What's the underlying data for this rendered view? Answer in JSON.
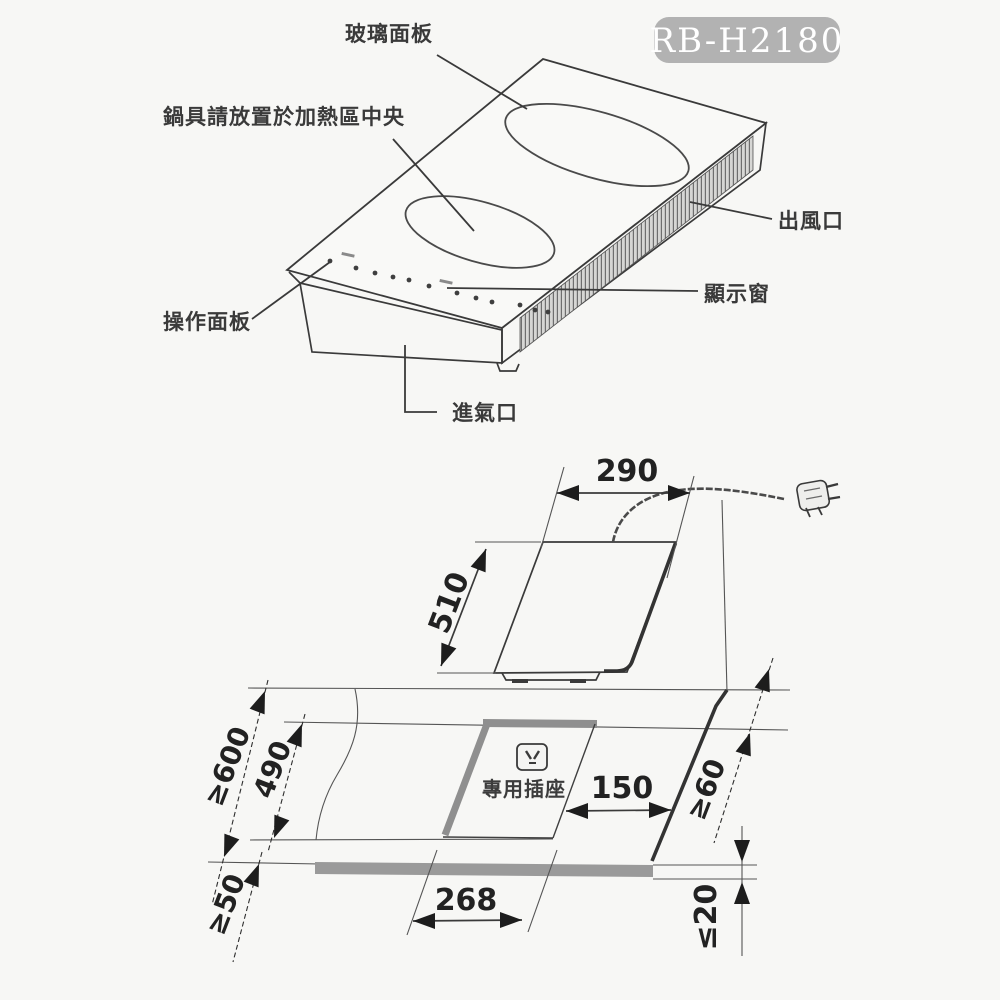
{
  "page": {
    "background": "#f7f7f5"
  },
  "badge": {
    "model": "RB-H2180",
    "bg_color": "#b2b2b2",
    "text_color": "#ffffff"
  },
  "product_diagram": {
    "labels": {
      "glass_panel": "玻璃面板",
      "cookware_center_note": "鍋具請放置於加熱區中央",
      "air_outlet": "出風口",
      "display_window": "顯示窗",
      "control_panel": "操作面板",
      "air_inlet": "進氣口"
    }
  },
  "installation_diagram": {
    "socket_label": "專用插座",
    "dimensions_mm": {
      "unit_width": "290",
      "unit_depth": "510",
      "counter_depth_min": "≥600",
      "cutout_depth": "490",
      "cutout_width": "268",
      "front_clearance_min": "≥50",
      "right_clearance_min": "≥60",
      "socket_clearance": "150",
      "counter_thickness_max": "≤20"
    }
  }
}
